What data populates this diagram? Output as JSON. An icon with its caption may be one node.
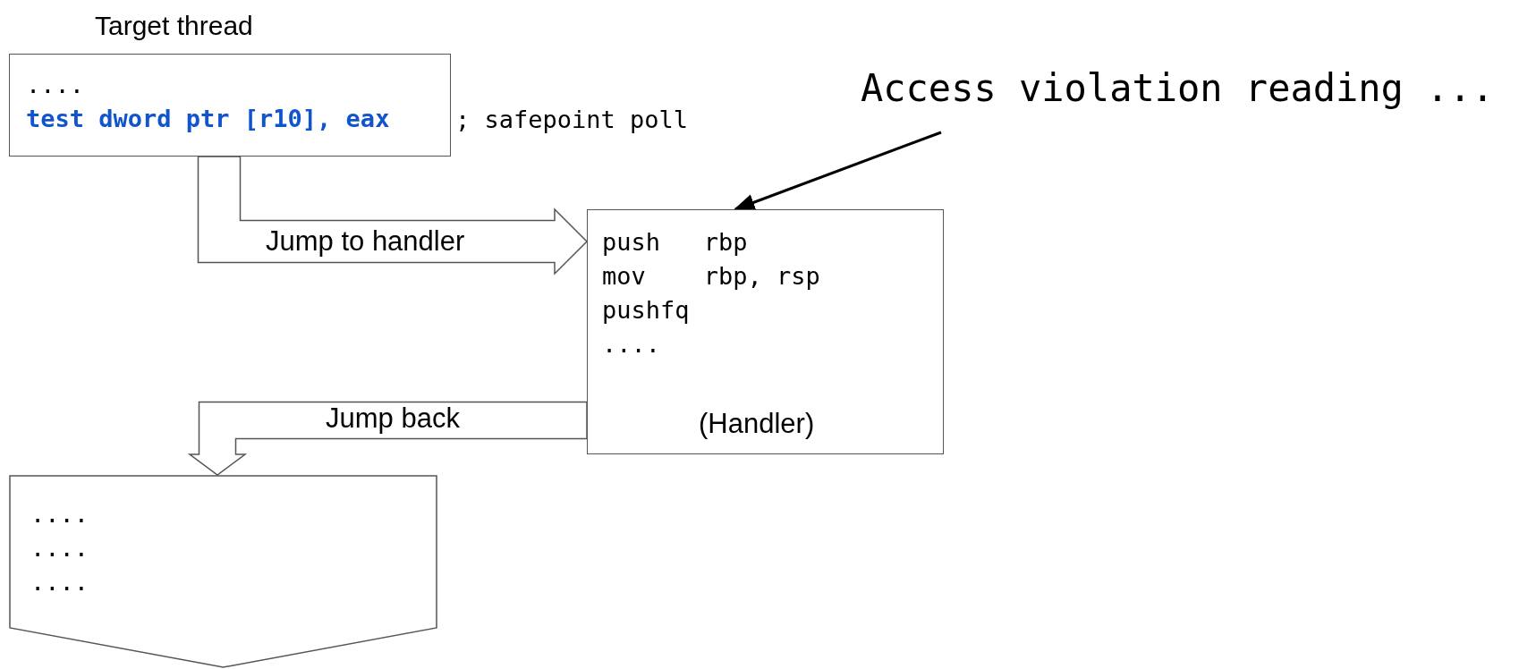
{
  "diagram": {
    "nodes": [
      {
        "text": [
          "Target thread",
          "....",
          "test dword ptr [r10], eax"
        ],
        "beside": [
          "; safepoint poll"
        ]
      },
      {
        "text": [
          "push rbp",
          "mov rbp, rsp",
          "pushfq",
          "....",
          "(Handler)"
        ]
      },
      {
        "text": [
          "....",
          "....",
          "...."
        ]
      },
      {
        "text": [
          "Access violation reading ..."
        ]
      }
    ],
    "edges": [
      {
        "from": 0,
        "to": 1,
        "arrow": "to",
        "label": "Jump to handler"
      },
      {
        "from": 1,
        "to": 2,
        "arrow": "to",
        "label": "Jump back"
      },
      {
        "from": 3,
        "to": 1,
        "arrow": "to"
      }
    ]
  }
}
